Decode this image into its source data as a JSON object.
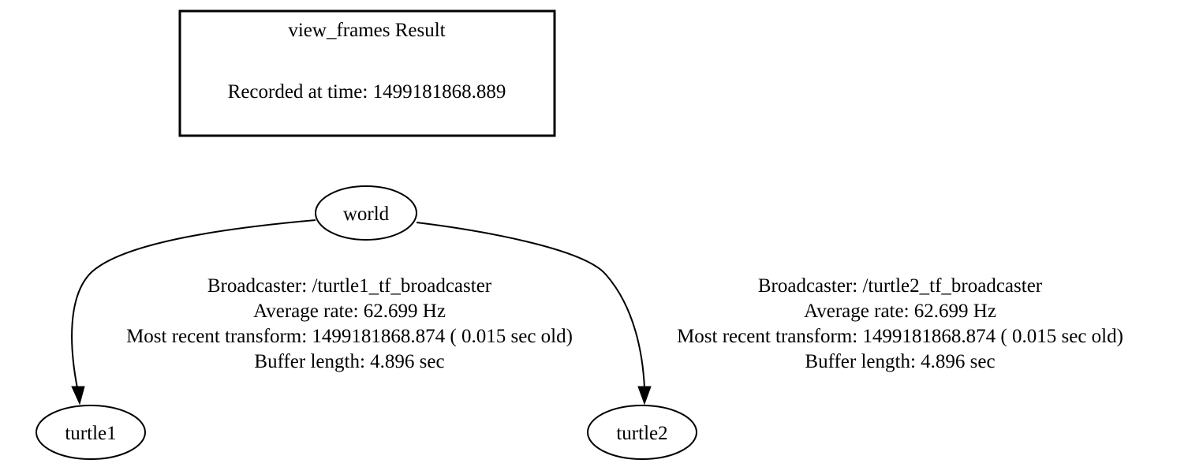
{
  "header": {
    "title": "view_frames Result",
    "recorded": "Recorded at time: 1499181868.889"
  },
  "nodes": {
    "world": "world",
    "turtle1": "turtle1",
    "turtle2": "turtle2"
  },
  "edges": [
    {
      "from": "world",
      "to": "turtle1",
      "broadcaster": "Broadcaster: /turtle1_tf_broadcaster",
      "rate": "Average rate: 62.699 Hz",
      "recent": "Most recent transform: 1499181868.874 ( 0.015 sec old)",
      "buffer": "Buffer length: 4.896 sec"
    },
    {
      "from": "world",
      "to": "turtle2",
      "broadcaster": "Broadcaster: /turtle2_tf_broadcaster",
      "rate": "Average rate: 62.699 Hz",
      "recent": "Most recent transform: 1499181868.874 ( 0.015 sec old)",
      "buffer": "Buffer length: 4.896 sec"
    }
  ],
  "colors": {
    "ink": "#000000",
    "background": "#ffffff"
  }
}
